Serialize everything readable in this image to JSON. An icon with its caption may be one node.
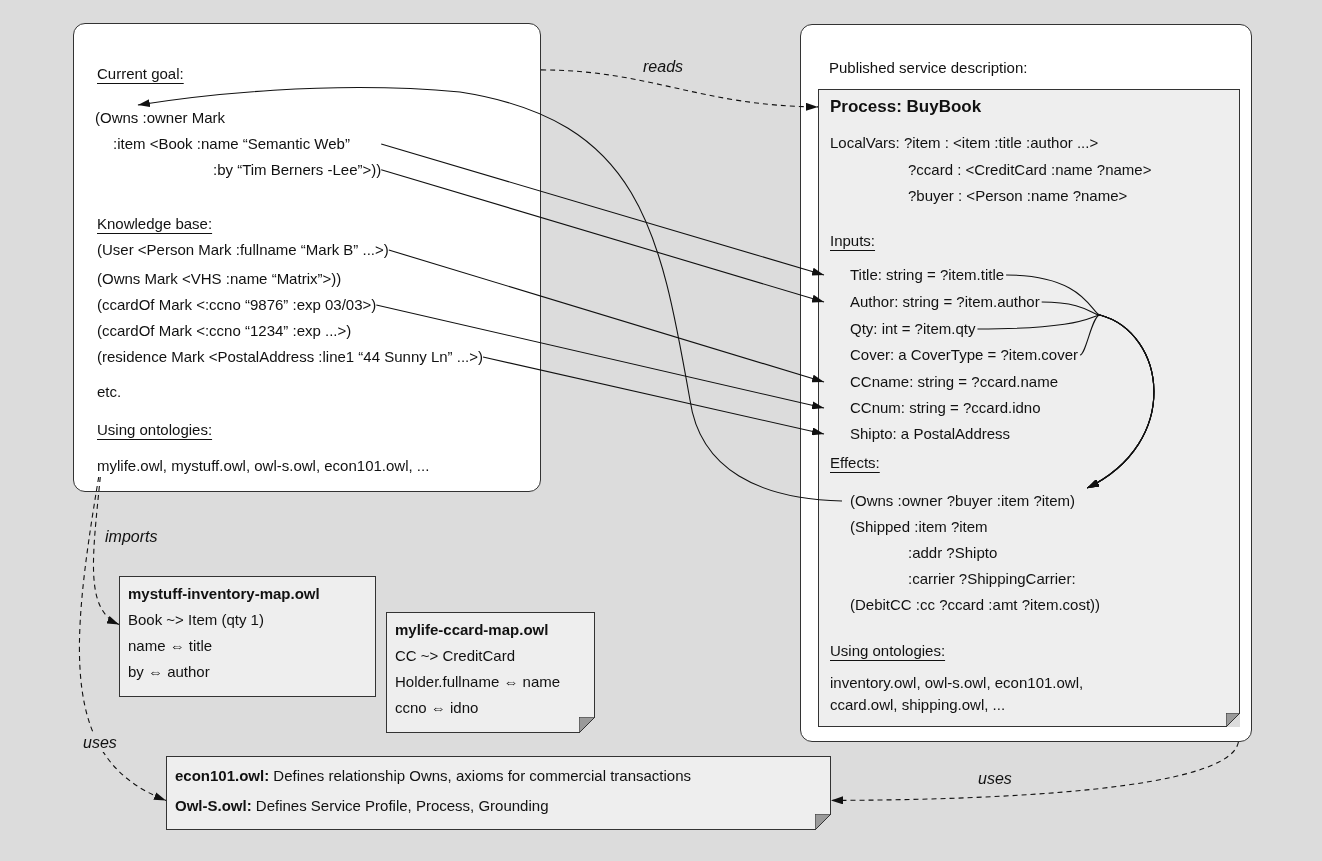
{
  "diagram": {
    "nodes": [
      {
        "text": [
          "Current goal:",
          "Knowledge base:",
          "etc.",
          "Using ontologies:"
        ]
      },
      {
        "text": [
          "(Owns :owner Mark",
          ":item <Book  :name “Semantic Web”",
          ":by “Tim Berners -Lee”>))"
        ],
        "in": 0
      },
      {
        "text": [
          "(User <Person Mark :fullname “Mark B” ...>)"
        ],
        "in": 0
      },
      {
        "text": [
          "(Owns Mark <VHS :name “Matrix”>))"
        ],
        "in": 0
      },
      {
        "text": [
          "(ccardOf Mark <:ccno “9876” :exp 03/03>)"
        ],
        "in": 0
      },
      {
        "text": [
          "(ccardOf Mark <:ccno “1234” :exp ...>)"
        ],
        "in": 0
      },
      {
        "text": [
          "(residence Mark <PostalAddress :line1 “44 Sunny Ln” ...>)"
        ],
        "in": 0
      },
      {
        "text": [
          "mylife.owl, mystuff.owl, owl-s.owl, econ101.owl, ..."
        ],
        "in": 0
      },
      {
        "text": [
          "Published service description:"
        ]
      },
      {
        "text": [
          "Process: BuyBook",
          "LocalVars: ?item : <item :title :author ...>",
          "?ccard : <CreditCard :name ?name>",
          "?buyer : <Person :name ?name>",
          "Inputs:",
          "Effects:",
          "Using ontologies:"
        ],
        "in": 8
      },
      {
        "text": [
          "Title: string = ?item.title"
        ],
        "in": 9
      },
      {
        "text": [
          "Author: string = ?item.author"
        ],
        "in": 9
      },
      {
        "text": [
          "Qty: int = ?item.qty"
        ],
        "in": 9
      },
      {
        "text": [
          "Cover: a CoverType = ?item.cover"
        ],
        "in": 9
      },
      {
        "text": [
          "CCname: string = ?ccard.name"
        ],
        "in": 9
      },
      {
        "text": [
          "CCnum: string = ?ccard.idno"
        ],
        "in": 9
      },
      {
        "text": [
          "Shipto: a PostalAddress"
        ],
        "in": 9
      },
      {
        "text": [
          "(Owns :owner ?buyer :item ?item)",
          "(Shipped :item ?item",
          ":addr ?Shipto",
          ":carrier ?ShippingCarrier:",
          "(DebitCC :cc ?ccard :amt ?item.cost))"
        ],
        "in": 9
      },
      {
        "text": [
          "inventory.owl, owl-s.owl, econ101.owl, ccard.owl, shipping.owl, ..."
        ],
        "in": 9
      },
      {
        "text": [
          "mystuff-inventory-map.owl",
          "Book ~> Item (qty 1)",
          "name ⇔ title",
          "by ⇔ author"
        ]
      },
      {
        "text": [
          "mylife-ccard-map.owl",
          "CC ~> CreditCard",
          "Holder.fullname ⇔ name",
          "ccno ⇔ idno"
        ]
      },
      {
        "text": [
          "**econ101.owl:** Defines relationship Owns, axioms for commercial transactions",
          "**Owl-S.owl:** Defines Service Profile, Process, Grounding"
        ]
      }
    ],
    "edges": [
      {
        "from": 0,
        "to": 9,
        "arrow": "to",
        "style": "dashed",
        "label": "reads"
      },
      {
        "from": 1,
        "to": 10,
        "arrow": "to"
      },
      {
        "from": 1,
        "to": 11,
        "arrow": "to"
      },
      {
        "from": 2,
        "to": 14,
        "arrow": "to"
      },
      {
        "from": 4,
        "to": 15,
        "arrow": "to"
      },
      {
        "from": 6,
        "to": 16,
        "arrow": "to"
      },
      {
        "from": 10,
        "to": 17,
        "arrow": "to"
      },
      {
        "from": 11,
        "to": 17,
        "arrow": "to"
      },
      {
        "from": 12,
        "to": 17,
        "arrow": "to"
      },
      {
        "from": 13,
        "to": 17,
        "arrow": "to"
      },
      {
        "from": 17,
        "to": 1,
        "arrow": "to"
      },
      {
        "from": 7,
        "to": 19,
        "arrow": "to",
        "style": "dashed",
        "label": "imports"
      },
      {
        "from": 7,
        "to": 21,
        "arrow": "to",
        "style": "dashed",
        "label": "uses"
      },
      {
        "from": 8,
        "to": 21,
        "arrow": "to",
        "style": "dashed",
        "label": "uses"
      }
    ]
  }
}
